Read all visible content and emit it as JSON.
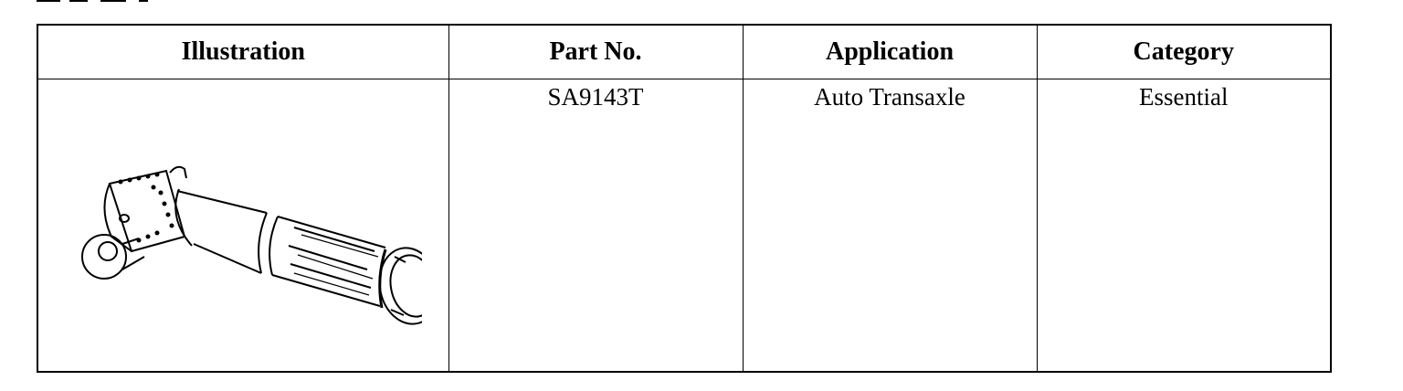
{
  "table": {
    "headers": [
      "Illustration",
      "Part No.",
      "Application",
      "Category"
    ],
    "rows": [
      {
        "illustration_icon": "transaxle-tool-icon",
        "part_no": "SA9143T",
        "application": "Auto Transaxle",
        "category": "Essential"
      }
    ]
  }
}
